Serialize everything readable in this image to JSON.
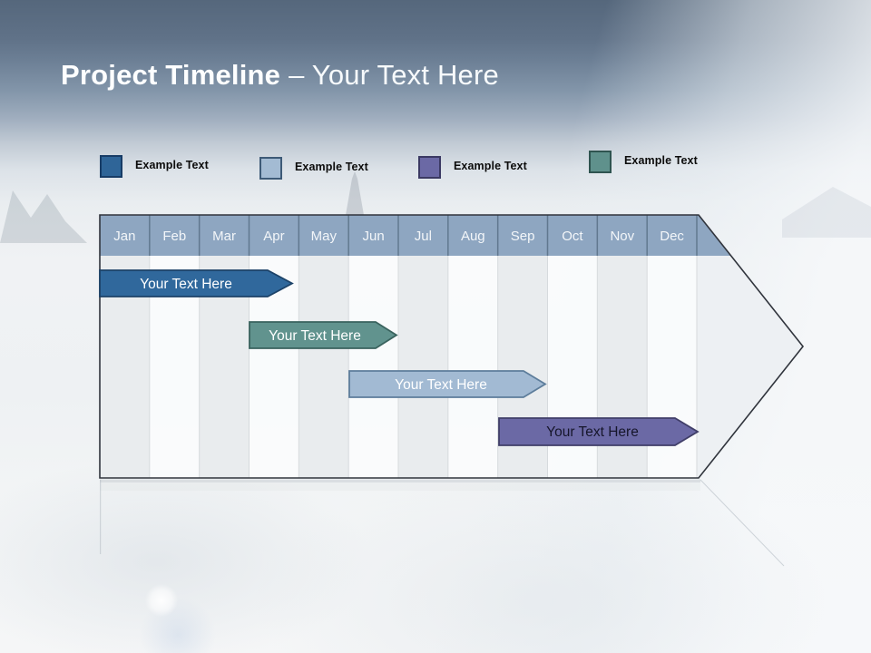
{
  "title": {
    "main": "Project Timeline",
    "suffix": "– Your Text Here"
  },
  "legend": {
    "items": [
      {
        "label": "Example Text",
        "color": "#2f6598",
        "border": "#173c66"
      },
      {
        "label": "Example Text",
        "color": "#a3bbd3",
        "border": "#3d5a77"
      },
      {
        "label": "Example Text",
        "color": "#6b69a5",
        "border": "#3b3963"
      },
      {
        "label": "Example Text",
        "color": "#5f918c",
        "border": "#2f5450"
      }
    ]
  },
  "timeline": {
    "months": [
      "Jan",
      "Feb",
      "Mar",
      "Apr",
      "May",
      "Jun",
      "Jul",
      "Aug",
      "Sep",
      "Oct",
      "Nov",
      "Dec"
    ],
    "header_color": "#8ea6c1",
    "bars": [
      {
        "label": "Your Text Here",
        "start_month": "Jan",
        "end_month": "Apr",
        "fill": "#30689c",
        "border": "#1c4268",
        "text_color": "#ffffff"
      },
      {
        "label": "Your Text Here",
        "start_month": "Apr",
        "end_month": "Jun",
        "fill": "#61938e",
        "border": "#3a635e",
        "text_color": "#ffffff"
      },
      {
        "label": "Your Text Here",
        "start_month": "Jun",
        "end_month": "Sep",
        "fill": "#a2bad3",
        "border": "#5d7d9b",
        "text_color": "#ffffff"
      },
      {
        "label": "Your Text Here",
        "start_month": "Sep",
        "end_month": "Dec",
        "fill": "#6b69a5",
        "border": "#403e68",
        "text_color": "#16162b"
      }
    ]
  }
}
